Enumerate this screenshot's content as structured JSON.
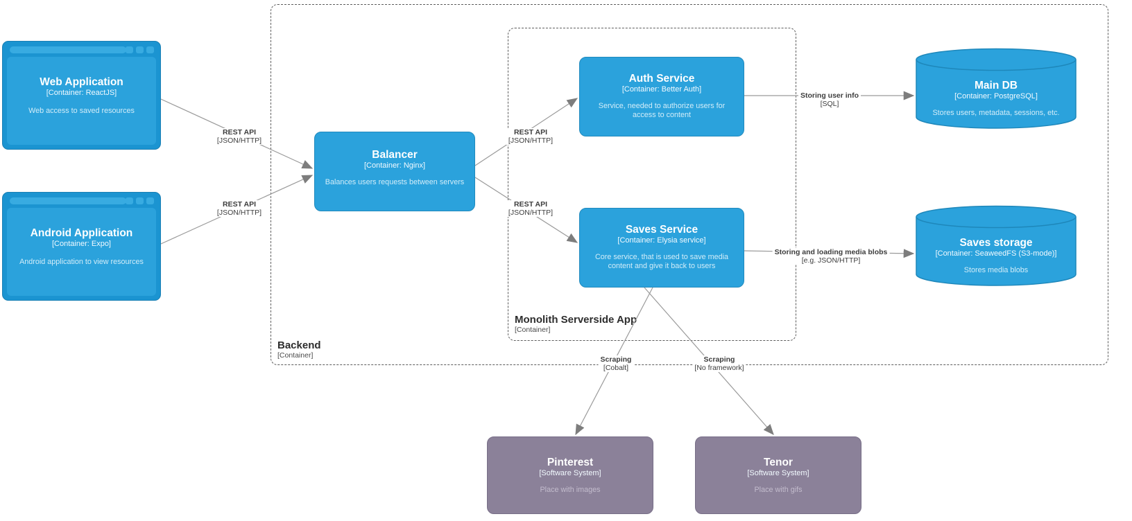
{
  "diagram": {
    "kind": "C4 container diagram",
    "boundaries": {
      "backend": {
        "title": "Backend",
        "subtitle": "[Container]"
      },
      "monolith": {
        "title": "Monolith Serverside App",
        "subtitle": "[Container]"
      }
    },
    "nodes": {
      "web_app": {
        "title": "Web Application",
        "subtitle": "[Container: ReactJS]",
        "description": "Web access to saved resources"
      },
      "android_app": {
        "title": "Android Application",
        "subtitle": "[Container: Expo]",
        "description": "Android application to view resources"
      },
      "balancer": {
        "title": "Balancer",
        "subtitle": "[Container: Nginx]",
        "description": "Balances users requests between servers"
      },
      "auth_service": {
        "title": "Auth Service",
        "subtitle": "[Container: Better Auth]",
        "description": "Service, needed to authorize users for access to content"
      },
      "saves_service": {
        "title": "Saves Service",
        "subtitle": "[Container: Elysia service]",
        "description": "Core service, that is used to save media content and give it back to users"
      },
      "main_db": {
        "title": "Main DB",
        "subtitle": "[Container: PostgreSQL]",
        "description": "Stores users, metadata, sessions, etc."
      },
      "saves_storage": {
        "title": "Saves storage",
        "subtitle": "[Container: SeaweedFS (S3-mode)]",
        "description": "Stores media blobs"
      },
      "pinterest": {
        "title": "Pinterest",
        "subtitle": "[Software System]",
        "description": "Place with images"
      },
      "tenor": {
        "title": "Tenor",
        "subtitle": "[Software System]",
        "description": "Place with gifs"
      }
    },
    "edges": {
      "web_to_balancer": {
        "label": "REST API",
        "tech": "[JSON/HTTP]"
      },
      "android_to_balancer": {
        "label": "REST API",
        "tech": "[JSON/HTTP]"
      },
      "balancer_to_auth": {
        "label": "REST API",
        "tech": "[JSON/HTTP]"
      },
      "balancer_to_saves": {
        "label": "REST API",
        "tech": "[JSON/HTTP]"
      },
      "auth_to_main_db": {
        "label": "Storing user info",
        "tech": "[SQL]"
      },
      "saves_to_storage": {
        "label": "Storing and loading media blobs",
        "tech": "[e.g. JSON/HTTP]"
      },
      "saves_to_pinterest": {
        "label": "Scraping",
        "tech": "[Cobalt]"
      },
      "saves_to_tenor": {
        "label": "Scraping",
        "tech": "[No framework]"
      }
    },
    "colors": {
      "container_fill": "#2ba2dc",
      "container_border": "#2089bd",
      "browser_frame": "#1b94d1",
      "external_fill": "#8b8199",
      "external_border": "#776e87",
      "arrow": "#8c8c8c",
      "boundary_dash": "#5b5b5b"
    }
  }
}
